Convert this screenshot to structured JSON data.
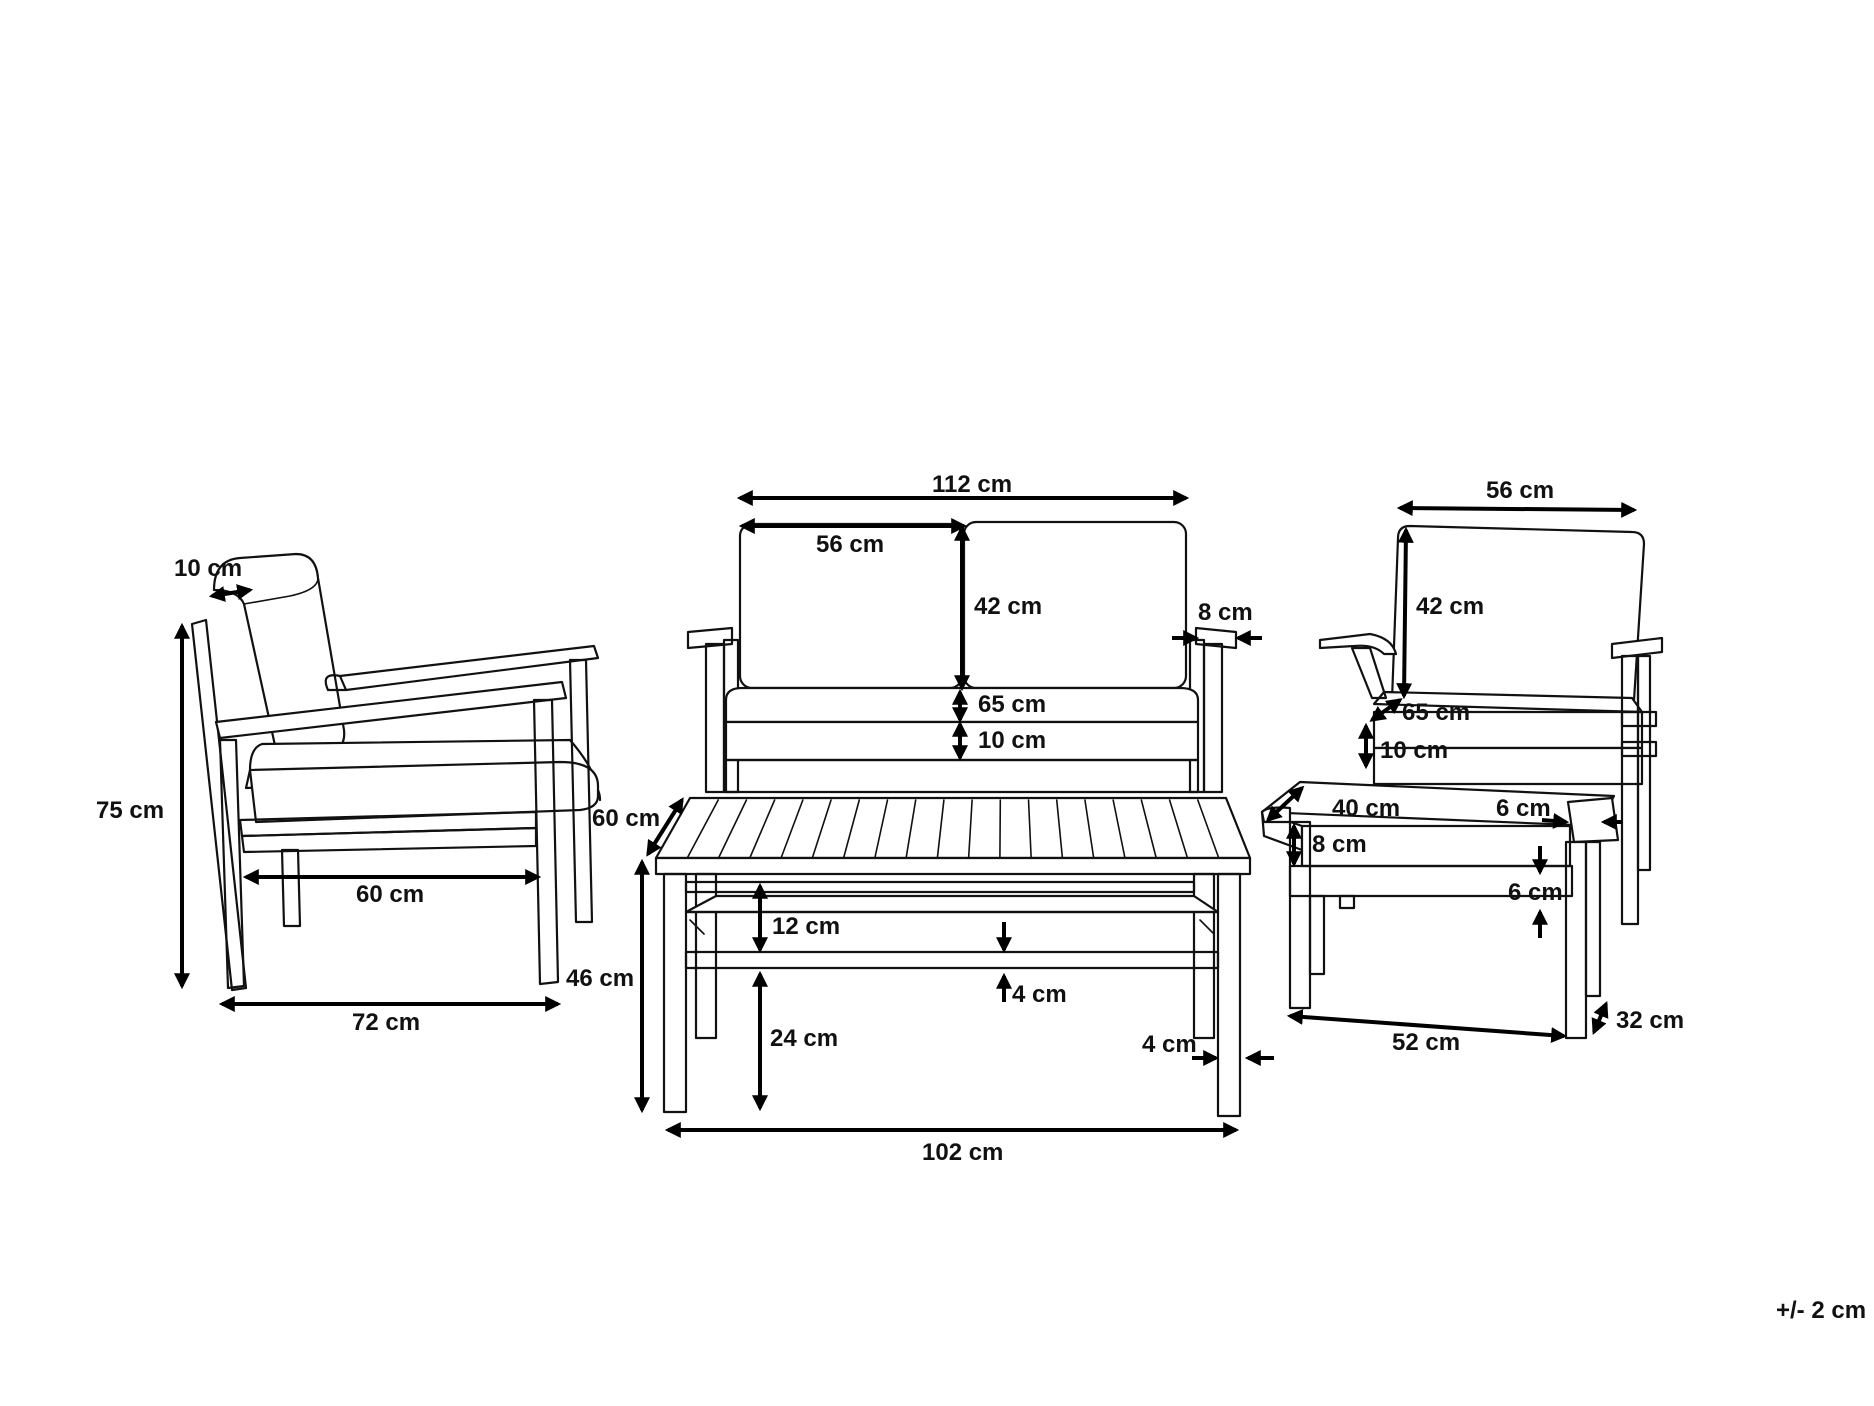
{
  "tolerance": "+/- 2 cm",
  "armchair_side": {
    "width": "72 cm",
    "height": "75 cm",
    "seat_depth": "60 cm",
    "back_cushion_thickness": "10 cm"
  },
  "sofa": {
    "width": "112 cm",
    "cushion_width": "56 cm",
    "back_height": "42 cm",
    "armrest_width": "8 cm",
    "seat_depth": "65 cm",
    "cushion_thickness": "10 cm"
  },
  "table": {
    "width": "102 cm",
    "depth": "60 cm",
    "height": "46 cm",
    "shelf_gap": "12 cm",
    "shelf_thickness": "4 cm",
    "shelf_height": "24 cm",
    "leg_width": "4 cm"
  },
  "armchair_front": {
    "width": "56 cm",
    "back_height": "42 cm",
    "seat_depth": "65 cm",
    "cushion_thickness": "10 cm"
  },
  "ottoman": {
    "depth": "40 cm",
    "leg_width": "6 cm",
    "cushion_thickness": "8 cm",
    "rail_height": "6 cm",
    "width": "52 cm",
    "height": "32 cm"
  }
}
